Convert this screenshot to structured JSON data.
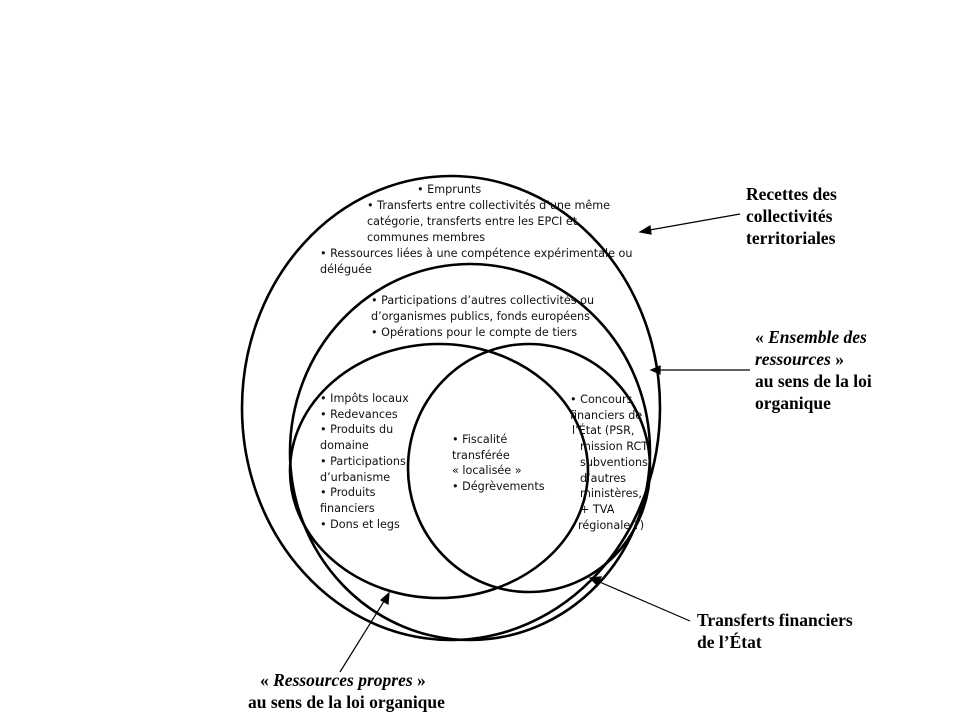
{
  "labels": {
    "recettes": [
      "Recettes des",
      "collectivités",
      "territoriales"
    ],
    "ensemble": {
      "open": "« ",
      "italic": "Ensemble des",
      "italic2": "ressources",
      "close": " »",
      "line3": "au sens de la loi",
      "line4": "organique"
    },
    "transferts": [
      "Transferts financiers",
      "de l’État"
    ],
    "propres": {
      "open": "« ",
      "italic": "Ressources propres",
      "close": " »",
      "line2": "au sens de la loi organique"
    }
  },
  "outer_text": {
    "l1": "• Emprunts",
    "l2": "• Transferts entre collectivités d’une même",
    "l3": "catégorie, transferts entre les EPCI et",
    "l4": "communes membres",
    "l5": "• Ressources liées à une compétence expérimentale ou",
    "l6": "déléguée"
  },
  "middle_text": {
    "l1": "• Participations d’autres collectivités ou",
    "l2": "d’organismes publics, fonds européens",
    "l3": "• Opérations pour le compte de tiers"
  },
  "left_text": [
    "• Impôts locaux",
    "• Redevances",
    "• Produits du",
    "domaine",
    "• Participations",
    "d’urbanisme",
    "• Produits",
    "financiers",
    "• Dons et legs"
  ],
  "center_text": [
    "• Fiscalité",
    "transférée",
    "« localisée »",
    "• Dégrèvements"
  ],
  "right_text": [
    "• Concours",
    "financiers de",
    "l’État (PSR,",
    "mission RCT,",
    "subventions",
    "d’autres",
    "ministères,",
    "+ TVA",
    "régionale ?)"
  ]
}
